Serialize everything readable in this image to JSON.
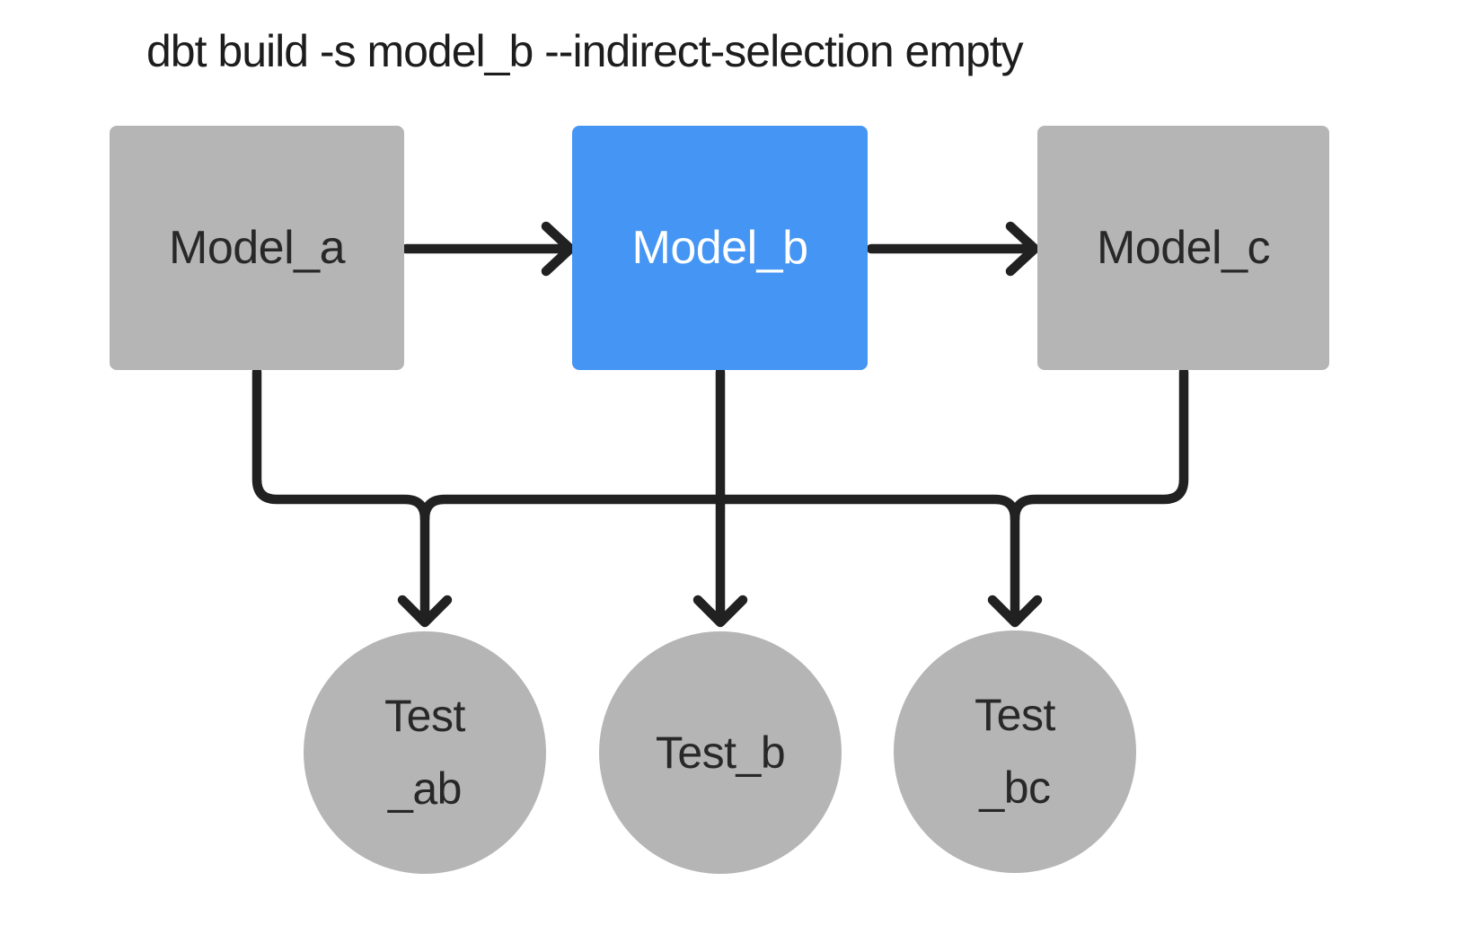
{
  "title": "dbt build -s model_b --indirect-selection empty",
  "colors": {
    "background": "#ffffff",
    "node_gray": "#b5b5b5",
    "node_selected_blue": "#4495f4",
    "edge": "#212121",
    "label_dark": "#282828",
    "label_light": "#ffffff",
    "title_text": "#1d1d1d"
  },
  "nodes": {
    "models": [
      {
        "id": "model_a",
        "label": "Model_a",
        "type": "model",
        "state": "unselected"
      },
      {
        "id": "model_b",
        "label": "Model_b",
        "type": "model",
        "state": "selected"
      },
      {
        "id": "model_c",
        "label": "Model_c",
        "type": "model",
        "state": "unselected"
      }
    ],
    "tests": [
      {
        "id": "test_ab",
        "label": "Test\n_ab",
        "type": "test",
        "state": "unselected"
      },
      {
        "id": "test_b",
        "label": "Test_b",
        "type": "test",
        "state": "unselected"
      },
      {
        "id": "test_bc",
        "label": "Test\n_bc",
        "type": "test",
        "state": "unselected"
      }
    ]
  },
  "edges": [
    {
      "from": "model_a",
      "to": "model_b"
    },
    {
      "from": "model_b",
      "to": "model_c"
    },
    {
      "from": "model_a",
      "to": "test_ab"
    },
    {
      "from": "model_b",
      "to": "test_ab"
    },
    {
      "from": "model_b",
      "to": "test_b"
    },
    {
      "from": "model_b",
      "to": "test_bc"
    },
    {
      "from": "model_c",
      "to": "test_bc"
    }
  ]
}
